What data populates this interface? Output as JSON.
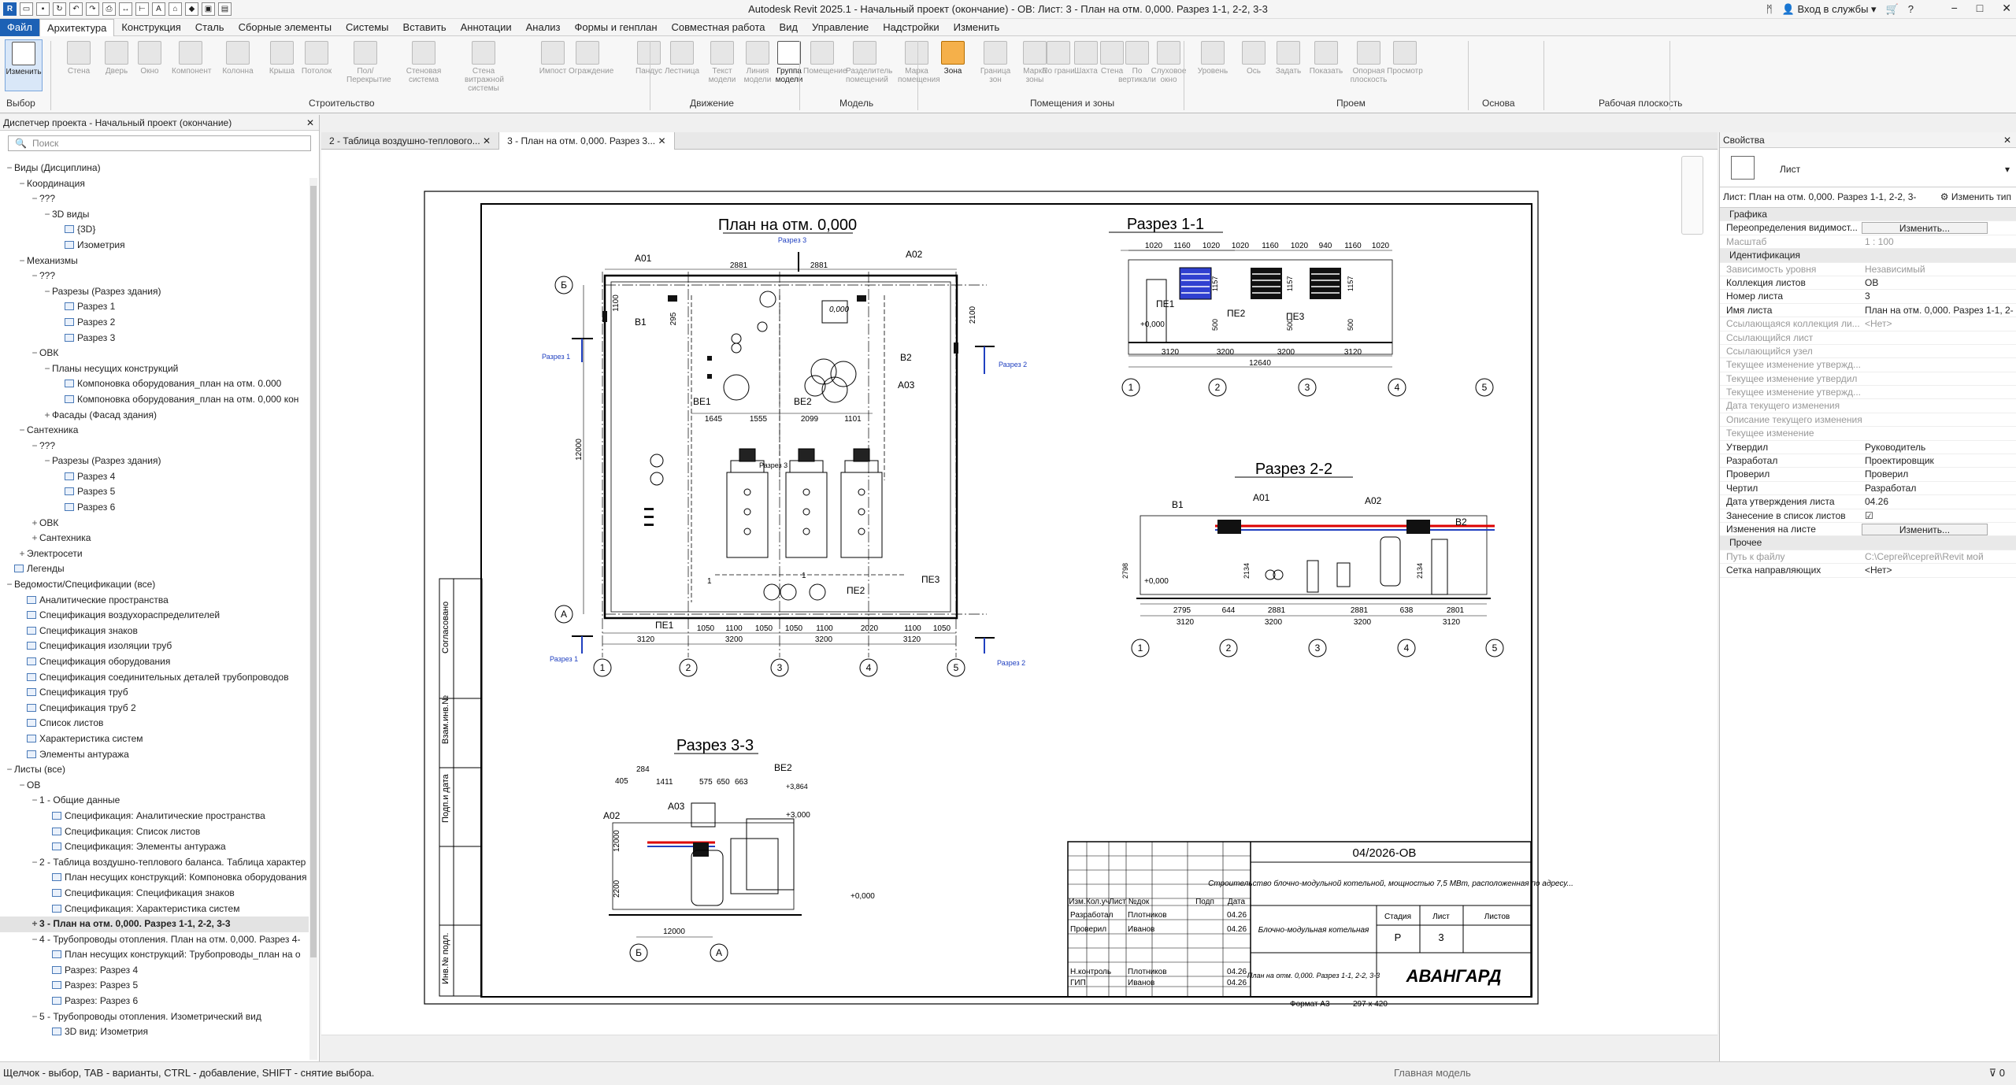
{
  "app": {
    "title": "Autodesk Revit 2025.1 - Начальный проект (окончание) - ОВ: Лист: 3 - План на отм. 0,000. Разрез 1-1, 2-2, 3-3",
    "login": "Вход в службы",
    "logo": "R"
  },
  "menu": [
    "Файл",
    "Архитектура",
    "Конструкция",
    "Сталь",
    "Сборные элементы",
    "Системы",
    "Вставить",
    "Аннотации",
    "Анализ",
    "Формы и генплан",
    "Совместная работа",
    "Вид",
    "Управление",
    "Надстройки",
    "Изменить"
  ],
  "ribbon": {
    "buttons": [
      "Изменить",
      "Стена",
      "Дверь",
      "Окно",
      "Компонент",
      "Колонна",
      "Крыша",
      "Потолок",
      "Пол/Перекрытие",
      "Стеновая система",
      "Стена витражной системы",
      "Импост",
      "Ограждение",
      "Пандус",
      "Лестница",
      "Текст модели",
      "Линия модели",
      "Группа модели",
      "Помещение",
      "Разделитель помещений",
      "Марка помещения",
      "Зона",
      "Граница зон",
      "Марка зоны",
      "По грани",
      "Шахта",
      "Стена",
      "По вертикали",
      "Слуховое окно",
      "Уровень",
      "Ось",
      "Задать",
      "Показать",
      "Опорная плоскость",
      "Просмотр"
    ],
    "panels": [
      "Выбор",
      "Строительство",
      "Движение",
      "Модель",
      "Помещения и зоны",
      "Проем",
      "Основа",
      "Рабочая плоскость"
    ]
  },
  "project_browser": {
    "title": "Диспетчер проекта - Начальный проект (окончание)",
    "search_placeholder": "Поиск",
    "items": [
      {
        "t": "Виды (Дисциплина)",
        "lv": 0,
        "tg": "−"
      },
      {
        "t": "Координация",
        "lv": 1,
        "tg": "−"
      },
      {
        "t": "???",
        "lv": 2,
        "tg": "−"
      },
      {
        "t": "3D виды",
        "lv": 3,
        "tg": "−"
      },
      {
        "t": "{3D}",
        "lv": 4,
        "tg": "",
        "ic": 1
      },
      {
        "t": "Изометрия",
        "lv": 4,
        "tg": "",
        "ic": 1
      },
      {
        "t": "Механизмы",
        "lv": 1,
        "tg": "−"
      },
      {
        "t": "???",
        "lv": 2,
        "tg": "−"
      },
      {
        "t": "Разрезы (Разрез здания)",
        "lv": 3,
        "tg": "−"
      },
      {
        "t": "Разрез 1",
        "lv": 4,
        "tg": "",
        "ic": 1
      },
      {
        "t": "Разрез 2",
        "lv": 4,
        "tg": "",
        "ic": 1
      },
      {
        "t": "Разрез 3",
        "lv": 4,
        "tg": "",
        "ic": 1
      },
      {
        "t": "ОВК",
        "lv": 2,
        "tg": "−"
      },
      {
        "t": "Планы несущих конструкций",
        "lv": 3,
        "tg": "−"
      },
      {
        "t": "Компоновка оборудования_план на отм. 0.000",
        "lv": 4,
        "tg": "",
        "ic": 1
      },
      {
        "t": "Компоновка оборудования_план на отм. 0,000 кон",
        "lv": 4,
        "tg": "",
        "ic": 1
      },
      {
        "t": "Фасады (Фасад здания)",
        "lv": 3,
        "tg": "+"
      },
      {
        "t": "Сантехника",
        "lv": 1,
        "tg": "−"
      },
      {
        "t": "???",
        "lv": 2,
        "tg": "−"
      },
      {
        "t": "Разрезы (Разрез здания)",
        "lv": 3,
        "tg": "−"
      },
      {
        "t": "Разрез 4",
        "lv": 4,
        "tg": "",
        "ic": 1
      },
      {
        "t": "Разрез 5",
        "lv": 4,
        "tg": "",
        "ic": 1
      },
      {
        "t": "Разрез 6",
        "lv": 4,
        "tg": "",
        "ic": 1
      },
      {
        "t": "ОВК",
        "lv": 2,
        "tg": "+"
      },
      {
        "t": "Сантехника",
        "lv": 2,
        "tg": "+"
      },
      {
        "t": "Электросети",
        "lv": 1,
        "tg": "+"
      },
      {
        "t": "Легенды",
        "lv": 0,
        "tg": "",
        "ic": 1
      },
      {
        "t": "Ведомости/Спецификации (все)",
        "lv": 0,
        "tg": "−"
      },
      {
        "t": "Аналитические пространства",
        "lv": 1,
        "tg": "",
        "ic": 1
      },
      {
        "t": "Спецификация воздухораспределителей",
        "lv": 1,
        "tg": "",
        "ic": 1
      },
      {
        "t": "Спецификация знаков",
        "lv": 1,
        "tg": "",
        "ic": 1
      },
      {
        "t": "Спецификация изоляции труб",
        "lv": 1,
        "tg": "",
        "ic": 1
      },
      {
        "t": "Спецификация оборудования",
        "lv": 1,
        "tg": "",
        "ic": 1
      },
      {
        "t": "Спецификация соединительных деталей трубопроводов",
        "lv": 1,
        "tg": "",
        "ic": 1
      },
      {
        "t": "Спецификация труб",
        "lv": 1,
        "tg": "",
        "ic": 1
      },
      {
        "t": "Спецификация труб 2",
        "lv": 1,
        "tg": "",
        "ic": 1
      },
      {
        "t": "Список листов",
        "lv": 1,
        "tg": "",
        "ic": 1
      },
      {
        "t": "Характеристика систем",
        "lv": 1,
        "tg": "",
        "ic": 1
      },
      {
        "t": "Элементы антуража",
        "lv": 1,
        "tg": "",
        "ic": 1
      },
      {
        "t": "Листы (все)",
        "lv": 0,
        "tg": "−"
      },
      {
        "t": "ОВ",
        "lv": 1,
        "tg": "−"
      },
      {
        "t": "1 - Общие данные",
        "lv": 2,
        "tg": "−"
      },
      {
        "t": "Спецификация: Аналитические пространства",
        "lv": 3,
        "tg": "",
        "ic": 1
      },
      {
        "t": "Спецификация: Список листов",
        "lv": 3,
        "tg": "",
        "ic": 1
      },
      {
        "t": "Спецификация: Элементы антуража",
        "lv": 3,
        "tg": "",
        "ic": 1
      },
      {
        "t": "2 - Таблица воздушно-теплового баланса. Таблица характер",
        "lv": 2,
        "tg": "−"
      },
      {
        "t": "План несущих конструкций: Компоновка оборудования",
        "lv": 3,
        "tg": "",
        "ic": 1
      },
      {
        "t": "Спецификация: Спецификация знаков",
        "lv": 3,
        "tg": "",
        "ic": 1
      },
      {
        "t": "Спецификация: Характеристика систем",
        "lv": 3,
        "tg": "",
        "ic": 1
      },
      {
        "t": "3 - План на отм. 0,000. Разрез 1-1, 2-2, 3-3",
        "lv": 2,
        "tg": "+",
        "sel": 1
      },
      {
        "t": "4 - Трубопроводы отопления. План на отм. 0,000. Разрез 4-",
        "lv": 2,
        "tg": "−"
      },
      {
        "t": "План несущих конструкций: Трубопроводы_план на о",
        "lv": 3,
        "tg": "",
        "ic": 1
      },
      {
        "t": "Разрез: Разрез 4",
        "lv": 3,
        "tg": "",
        "ic": 1
      },
      {
        "t": "Разрез: Разрез 5",
        "lv": 3,
        "tg": "",
        "ic": 1
      },
      {
        "t": "Разрез: Разрез 6",
        "lv": 3,
        "tg": "",
        "ic": 1
      },
      {
        "t": "5 - Трубопроводы отопления. Изометрический вид",
        "lv": 2,
        "tg": "−"
      },
      {
        "t": "3D вид: Изометрия",
        "lv": 3,
        "tg": "",
        "ic": 1
      }
    ]
  },
  "tabs": [
    "2 - Таблица воздушно-теплового...",
    "3 - План на отм. 0,000. Разрез 3..."
  ],
  "sheet": {
    "plan_title": "План на отм. 0,000",
    "sec11_title": "Разрез 1-1",
    "sec22_title": "Разрез 2-2",
    "sec33_title": "Разрез 3-3",
    "stamp": {
      "code": "04/2026-ОВ",
      "project": "Строительство блочно-модульной котельной, мощностью 7,5 МВт, расположенная по адресу...",
      "object": "Блочно-модульная котельная",
      "sheet_name": "План на отм. 0,000. Разрез 1-1, 2-2, 3-3",
      "company": "АВАНГАРД",
      "stage": "Р",
      "sheet": "3",
      "h_stage": "Стадия",
      "h_sheet": "Лист",
      "h_sheets": "Листов",
      "format": "Формат А3",
      "size": "297 х 420",
      "cols": [
        "Изм.",
        "Кол.уч",
        "Лист",
        "№док",
        "Подп",
        "Дата"
      ],
      "rows": [
        [
          "Разработал",
          "Плотников",
          "04.26"
        ],
        [
          "Проверил",
          "Иванов",
          "04.26"
        ],
        [
          "Н.контроль",
          "Плотников",
          "04.26"
        ],
        [
          "ГИП",
          "Иванов",
          "04.26"
        ]
      ]
    },
    "side": [
      "Согласовано",
      "Взам.инв.№",
      "Подп.и дата",
      "Инв.№ подл."
    ],
    "plan_dims_bottom": [
      "1050",
      "1100",
      "1050",
      "1050",
      "1100",
      "2020",
      "1100",
      "1050"
    ],
    "plan_dims_bottom2": [
      "3120",
      "3200",
      "3200",
      "3120"
    ],
    "plan_dims_top": [
      "2881",
      "2881"
    ],
    "plan_dims_mid": [
      "1645",
      "1555",
      "2099",
      "1101"
    ],
    "plan_left_dim": "12000",
    "axes_h": [
      "1",
      "2",
      "3",
      "4",
      "5"
    ],
    "axes_v": [
      "Б",
      "А"
    ],
    "labels": {
      "a01": "А01",
      "a02": "А02",
      "a03": "А03",
      "b1": "В1",
      "b2": "В2",
      "be1": "ВЕ1",
      "be2": "ВЕ2",
      "pe1": "ПЕ1",
      "pe2": "ПЕ2",
      "pe3": "ПЕ3",
      "razrez1": "Разрез 1",
      "razrez2": "Разрез 2",
      "razrez3": "Разрез 3",
      "elev0": "0,000",
      "elev_pos0": "+0,000",
      "elev3": "+3,000",
      "elev38": "+3,864",
      "one": "1"
    },
    "s11_dims_top": [
      "1020",
      "1160",
      "1020",
      "1020",
      "1160",
      "1020",
      "940",
      "1160",
      "1020"
    ],
    "s11_dims_bottom": [
      "3120",
      "3200",
      "3200",
      "3120"
    ],
    "s11_total": "12640",
    "s22_dims": [
      "2795",
      "644",
      "2881",
      "2881",
      "638",
      "2801"
    ],
    "s22_dims2": [
      "3120",
      "3200",
      "3200",
      "3120"
    ],
    "s33_dims": [
      "405",
      "284",
      "1411",
      "575",
      "650",
      "663"
    ],
    "s33_total": "12000",
    "s33_axes": [
      "Б",
      "А"
    ],
    "v_dims": [
      "500",
      "1157",
      "2100",
      "2798",
      "2134",
      "2200",
      "12000",
      "1100",
      "295",
      "2100"
    ]
  },
  "properties": {
    "title": "Свойства",
    "type": "Лист",
    "filter": "Лист: План на отм. 0,000. Разрез 1-1, 2-2, 3-",
    "edit_type": "Изменить тип",
    "rows": [
      {
        "k": "Графика",
        "v": "",
        "cat": 1
      },
      {
        "k": "Переопределения видимост...",
        "v": "Изменить...",
        "btn": 1
      },
      {
        "k": "Масштаб",
        "v": "1 : 100",
        "grey": 1
      },
      {
        "k": "Идентификация",
        "v": "",
        "cat": 1
      },
      {
        "k": "Зависимость уровня",
        "v": "Независимый",
        "grey": 1
      },
      {
        "k": "Коллекция листов",
        "v": "ОВ"
      },
      {
        "k": "Номер листа",
        "v": "3"
      },
      {
        "k": "Имя листа",
        "v": "План на отм. 0,000. Разрез 1-1, 2-"
      },
      {
        "k": "Ссылающаяся коллекция ли...",
        "v": "<Нет>",
        "grey": 1
      },
      {
        "k": "Ссылающийся лист",
        "v": "",
        "grey": 1
      },
      {
        "k": "Ссылающийся узел",
        "v": "",
        "grey": 1
      },
      {
        "k": "Текущее изменение утвержд...",
        "v": "",
        "grey": 1
      },
      {
        "k": "Текущее изменение утвердил",
        "v": "",
        "grey": 1
      },
      {
        "k": "Текущее изменение утвержд...",
        "v": "",
        "grey": 1
      },
      {
        "k": "Дата текущего изменения",
        "v": "",
        "grey": 1
      },
      {
        "k": "Описание текущего изменения",
        "v": "",
        "grey": 1
      },
      {
        "k": "Текущее изменение",
        "v": "",
        "grey": 1
      },
      {
        "k": "Утвердил",
        "v": "Руководитель"
      },
      {
        "k": "Разработал",
        "v": "Проектировщик"
      },
      {
        "k": "Проверил",
        "v": "Проверил"
      },
      {
        "k": "Чертил",
        "v": "Разработал"
      },
      {
        "k": "Дата утверждения листа",
        "v": "04.26"
      },
      {
        "k": "Занесение в список листов",
        "v": "☑"
      },
      {
        "k": "Изменения на листе",
        "v": "Изменить...",
        "btn": 1
      },
      {
        "k": "Прочее",
        "v": "",
        "cat": 1
      },
      {
        "k": "Путь к файлу",
        "v": "C:\\Сергей\\сергей\\Revit мой",
        "grey": 1
      },
      {
        "k": "Сетка направляющих",
        "v": "<Нет>"
      }
    ]
  },
  "status": {
    "message": "Щелчок - выбор, TAB - варианты, CTRL - добавление, SHIFT - снятие выбора.",
    "model": "Главная модель",
    "zero": "0"
  }
}
